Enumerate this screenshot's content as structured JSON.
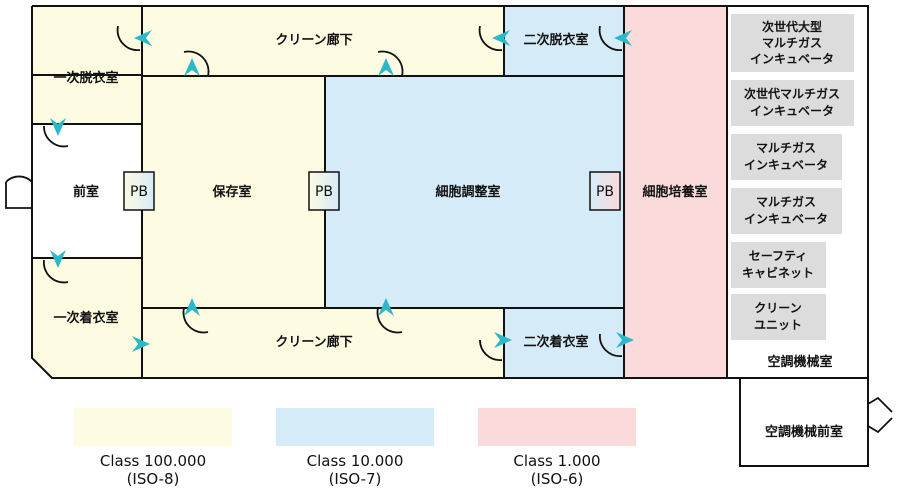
{
  "rooms": {
    "first_undress": "一次脱衣室",
    "clean_corridor_top": "クリーン廊下",
    "second_undress": "二次脱衣室",
    "front_room": "前室",
    "storage": "保存室",
    "cell_prep": "細胞調整室",
    "cell_culture": "細胞培養室",
    "first_dress": "一次着衣室",
    "clean_corridor_bottom": "クリーン廊下",
    "second_dress": "二次着衣室",
    "ac_machine": "空調機械室",
    "ac_front": "空調機械前室"
  },
  "pass_boxes": [
    "PB",
    "PB",
    "PB"
  ],
  "equipment": [
    {
      "lines": [
        "次世代大型",
        "マルチガス",
        "インキュベータ"
      ]
    },
    {
      "lines": [
        "次世代マルチガス",
        "インキュベータ"
      ]
    },
    {
      "lines": [
        "マルチガス",
        "インキュベータ"
      ]
    },
    {
      "lines": [
        "マルチガス",
        "インキュベータ"
      ]
    },
    {
      "lines": [
        "セーフティ",
        "キャビネット"
      ]
    },
    {
      "lines": [
        "クリーン",
        "ユニット"
      ]
    }
  ],
  "legend": [
    {
      "class": "Class 100.000",
      "iso": "(ISO-8)",
      "color": "#fdfbe1"
    },
    {
      "class": "Class 10.000",
      "iso": "(ISO-7)",
      "color": "#d6ebf8"
    },
    {
      "class": "Class 1.000",
      "iso": "(ISO-6)",
      "color": "#fadada"
    }
  ],
  "colors": {
    "iso8": "#fdfbe1",
    "iso7": "#d6ebf8",
    "iso6": "#fadada",
    "arrow": "#2bb8c8",
    "wall": "#111111"
  }
}
